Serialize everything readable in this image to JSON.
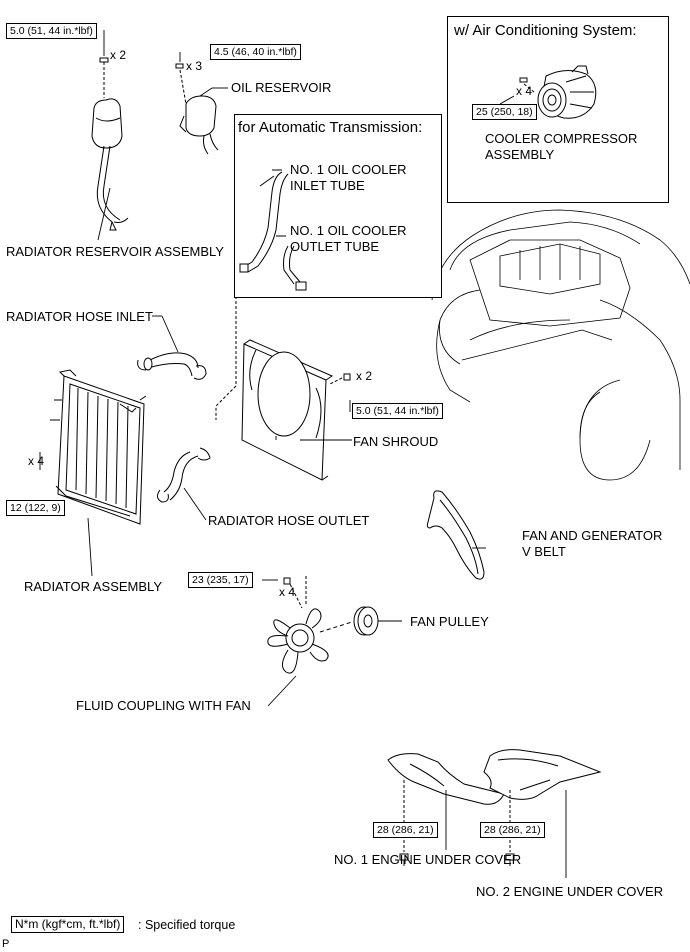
{
  "torque_specs": {
    "reservoir_bolt": "5.0 (51, 44 in.*lbf)",
    "oil_reservoir_bolt": "4.5 (46, 40 in.*lbf)",
    "compressor_bolt": "25 (250, 18)",
    "shroud_bolt": "5.0 (51, 44 in.*lbf)",
    "radiator_bolt": "12 (122, 9)",
    "coupling_nut": "23 (235, 17)",
    "under_cover_1": "28 (286, 21)",
    "under_cover_2": "28 (286, 21)"
  },
  "quantities": {
    "reservoir": "x 2",
    "oil_reservoir": "x 3",
    "compressor": "x 4",
    "shroud": "x 2",
    "radiator": "x 4",
    "coupling": "x 4"
  },
  "panels": {
    "ac_title": "w/ Air Conditioning System:",
    "at_title": "for Automatic Transmission:"
  },
  "parts": {
    "oil_reservoir": "OIL RESERVOIR",
    "compressor_line1": "COOLER COMPRESSOR",
    "compressor_line2": "ASSEMBLY",
    "inlet_tube_line1": "NO. 1 OIL COOLER",
    "inlet_tube_line2": "INLET TUBE",
    "outlet_tube_line1": "NO. 1 OIL COOLER",
    "outlet_tube_line2": "OUTLET TUBE",
    "radiator_reservoir": "RADIATOR RESERVOIR ASSEMBLY",
    "hose_inlet": "RADIATOR HOSE INLET",
    "fan_shroud": "FAN SHROUD",
    "hose_outlet": "RADIATOR HOSE OUTLET",
    "radiator_assembly": "RADIATOR ASSEMBLY",
    "belt_line1": "FAN AND GENERATOR",
    "belt_line2": "V BELT",
    "fan_pulley": "FAN PULLEY",
    "fluid_coupling": "FLUID COUPLING WITH FAN",
    "under_cover_1": "NO. 1 ENGINE UNDER COVER",
    "under_cover_2": "NO. 2 ENGINE UNDER COVER"
  },
  "legend": {
    "key": "N*m (kgf*cm, ft.*lbf)",
    "description": ": Specified torque"
  },
  "corner_mark": "P"
}
